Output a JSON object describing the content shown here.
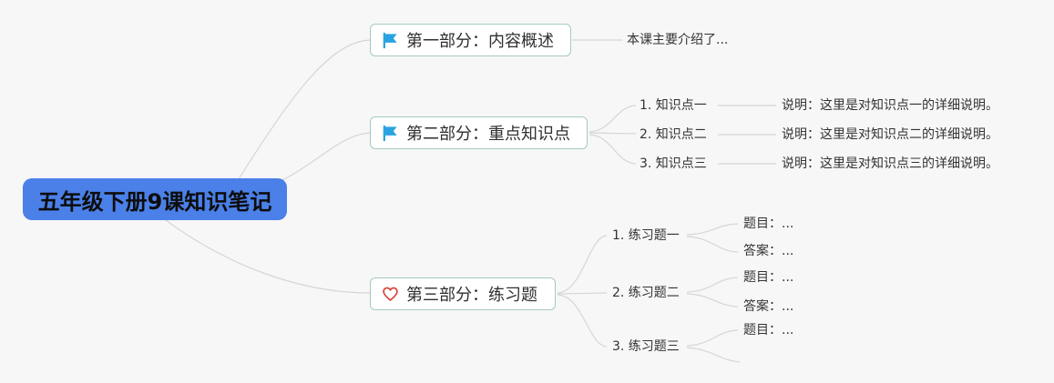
{
  "root": {
    "label": "五年级下册9课知识笔记"
  },
  "branches": {
    "part1": {
      "label": "第一部分：内容概述",
      "icon": "flag-icon",
      "note": "本课主要介绍了..."
    },
    "part2": {
      "label": "第二部分：重点知识点",
      "icon": "flag-icon",
      "items": [
        {
          "label": "1. 知识点一",
          "detail": "说明：这里是对知识点一的详细说明。"
        },
        {
          "label": "2. 知识点二",
          "detail": "说明：这里是对知识点二的详细说明。"
        },
        {
          "label": "3. 知识点三",
          "detail": "说明：这里是对知识点三的详细说明。"
        }
      ]
    },
    "part3": {
      "label": "第三部分：练习题",
      "icon": "heart-icon",
      "items": [
        {
          "label": "1. 练习题一",
          "children": [
            "题目：...",
            "答案：..."
          ]
        },
        {
          "label": "2. 练习题二",
          "children": [
            "题目：...",
            "答案：..."
          ]
        },
        {
          "label": "3. 练习题三",
          "children": [
            "题目：..."
          ]
        }
      ]
    }
  },
  "colors": {
    "background": "#f7f7f7",
    "root_bg": "#4a80e8",
    "topic_border": "#a6cabf",
    "flag_blue": "#29a3e0",
    "heart_red": "#da473c",
    "line": "#d6d6d6"
  }
}
